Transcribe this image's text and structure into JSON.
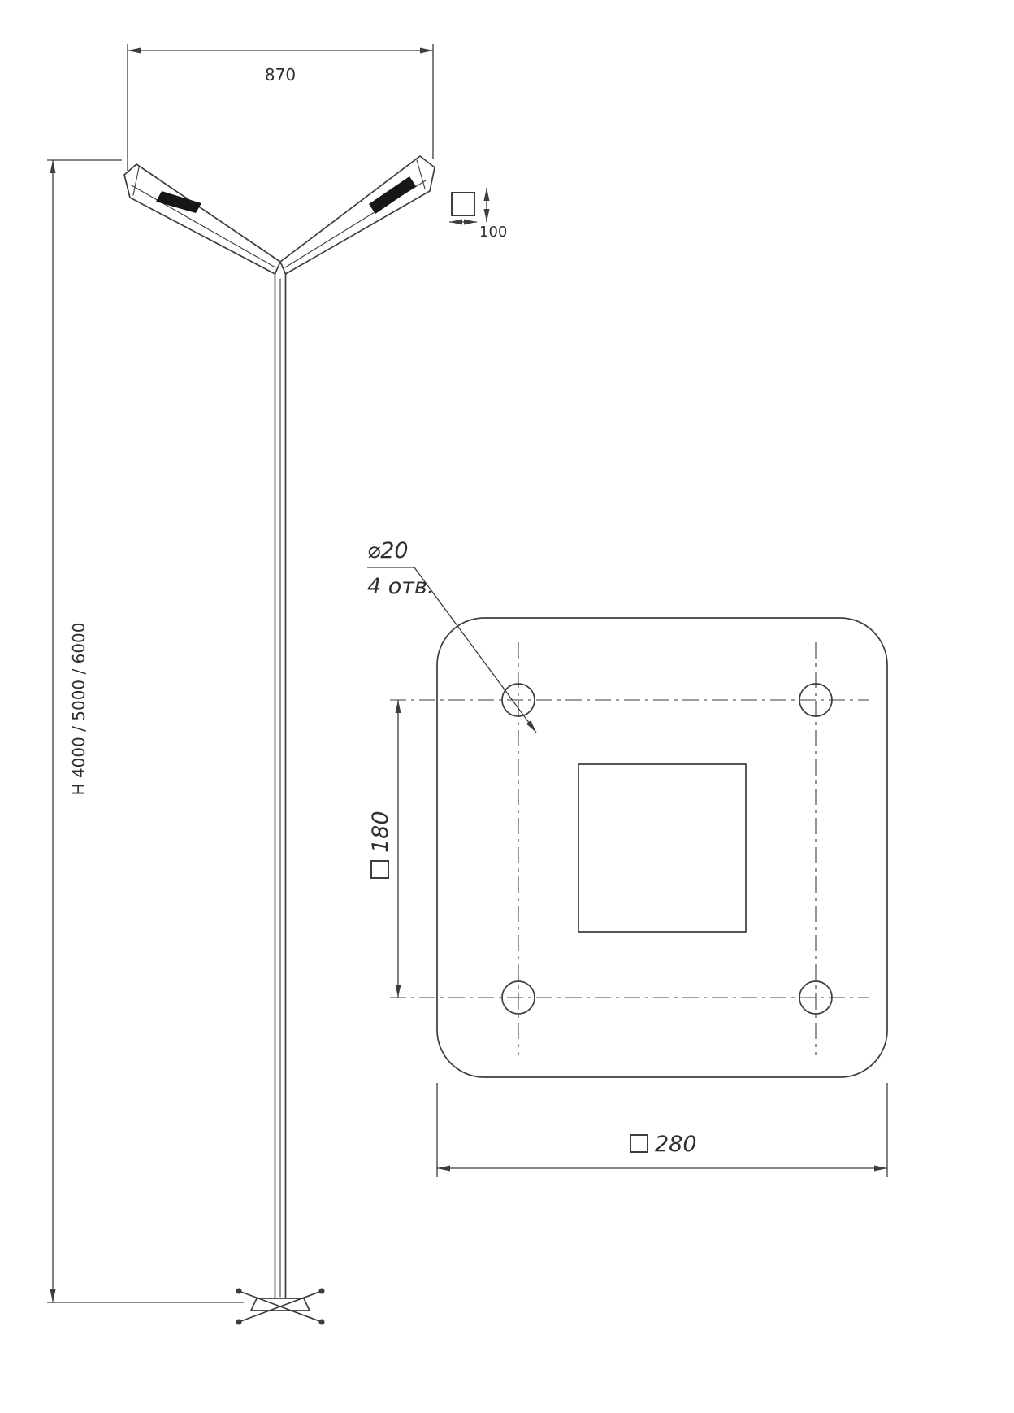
{
  "drawing": {
    "front_view": {
      "arm_span_label": "870",
      "height_label": "H 4000 / 5000 / 6000",
      "section_size_label": "100"
    },
    "plate_view": {
      "hole_diameter_label": "⌀20",
      "hole_count_label": "4 отв.",
      "bolt_spacing_label": "180",
      "plate_size_label": "280"
    }
  }
}
